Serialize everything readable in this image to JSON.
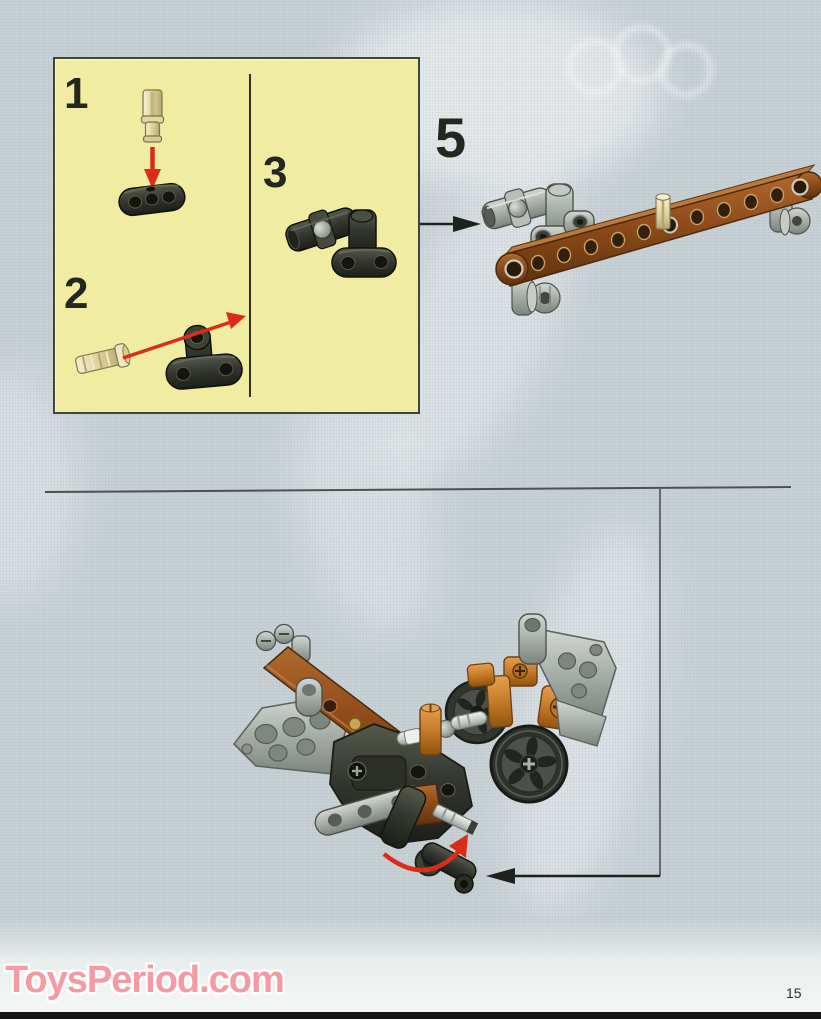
{
  "page": {
    "number": "15",
    "watermark_text": "ToysPeriod.com"
  },
  "steps": {
    "step1": {
      "label": "1"
    },
    "step2": {
      "label": "2"
    },
    "step3": {
      "label": "3"
    },
    "step5": {
      "label": "5"
    }
  },
  "colors": {
    "background": "#c8d1d6",
    "callout_fill": "#f0eda2",
    "callout_border": "#41453a",
    "step_number": "#23271f",
    "arrow_red": "#dd2b1a",
    "arrow_black": "#1f211d",
    "guide_line": "#4f524c",
    "beam_brown": "#9c531f",
    "lego_dark": "#34382d",
    "lego_gray": "#a7aea8",
    "lego_silver": "#ced3cd",
    "lego_tan": "#e9e0b2",
    "lego_orange": "#cd8033",
    "wheel_dark": "#31362f",
    "watermark_pink": "#f59aa2",
    "page_number_color": "#2b2d29",
    "page_bar": "#161616"
  },
  "figures": {
    "callout_step1": "tan axle-pin pressed down (red arrow) into black 3-hole beam",
    "callout_step2": "tan axle pushed through upright black pin-beam (red arrow up-right)",
    "callout_step3": "dark perpendicular axle connector mounted on upright pin-beam",
    "step5_assembly": "step-3 subassembly joined to long brown beam with tan axle and gray pulleys",
    "main_model": "partial chassis: gray wing panels, brown beams, two dark spoked wheels, orange connectors, silver universal-joint axle, pivoting arm with red rotation arrow"
  }
}
